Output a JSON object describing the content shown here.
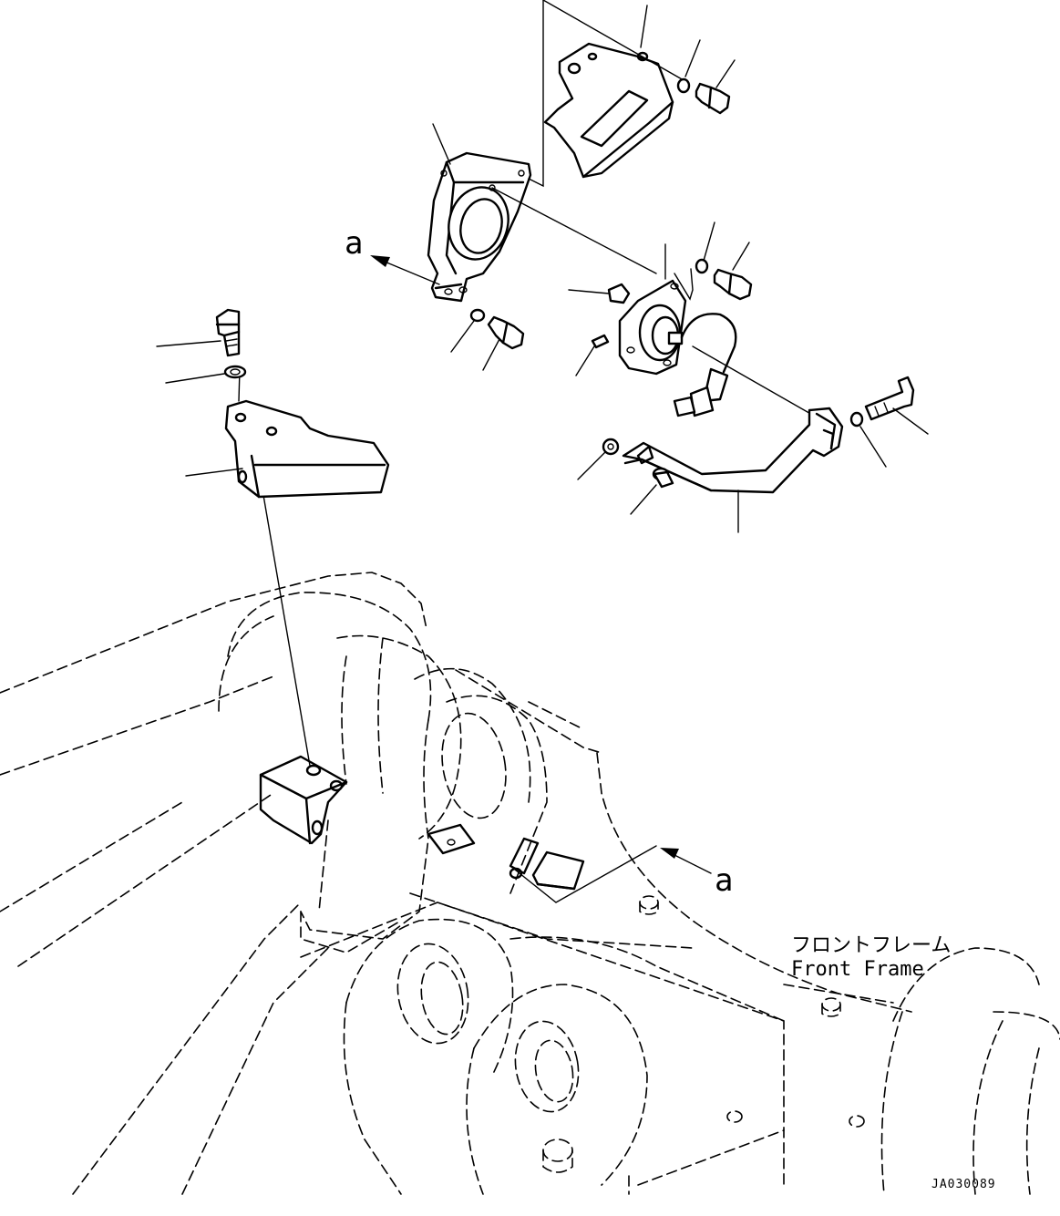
{
  "view_label_top": "a",
  "view_label_bottom": "a",
  "frame_label_jp": "フロントフレーム",
  "frame_label_en": "Front Frame",
  "drawing_code": "JA030089"
}
